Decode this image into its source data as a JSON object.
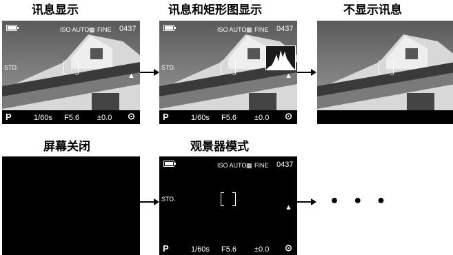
{
  "panels": [
    {
      "title": "讯息显示"
    },
    {
      "title": "讯息和矩形图显示"
    },
    {
      "title": "不显示讯息"
    },
    {
      "title": "屏幕关闭"
    },
    {
      "title": "观景器模式"
    }
  ],
  "osd": {
    "iso": "ISO AUTO",
    "quality": "FINE",
    "count": "0437",
    "style": "STD.",
    "mode": "P",
    "shutter": "1/60s",
    "aperture": "F5.6",
    "exposure": "±0.0"
  },
  "continuation": "• • •",
  "icons": [
    "battery-icon",
    "image-size-icon",
    "focus-frame-icon",
    "scene-icon",
    "metering-icon",
    "histogram-icon",
    "right-arrow-icon"
  ]
}
